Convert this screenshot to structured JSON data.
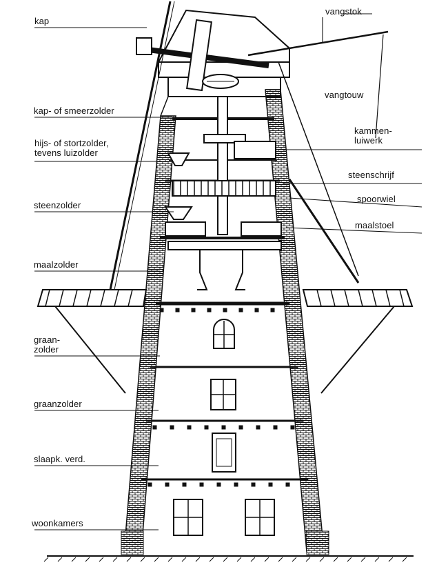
{
  "labels_left": {
    "kap": "kap",
    "smeerzolder": "kap- of smeerzolder",
    "hijszolder_line1": "hijs- of stortzolder,",
    "hijszolder_line2": "tevens luizolder",
    "steenzolder": "steenzolder",
    "maalzolder": "maalzolder",
    "graanzolder_upper_line1": "graan-",
    "graanzolder_upper_line2": "zolder",
    "graanzolder_lower": "graanzolder",
    "slaapk": "slaapk. verd.",
    "woonkamers": "woonkamers"
  },
  "labels_right": {
    "vangstok": "vangstok",
    "vangtouw": "vangtouw",
    "kammenluiwerk_line1": "kammen-",
    "kammenluiwerk_line2": "luiwerk",
    "steenschrijf": "steenschrijf",
    "spoorwiel": "spoorwiel",
    "maalstoel": "maalstoel"
  },
  "colors": {
    "ink": "#111111",
    "paper": "#ffffff"
  }
}
